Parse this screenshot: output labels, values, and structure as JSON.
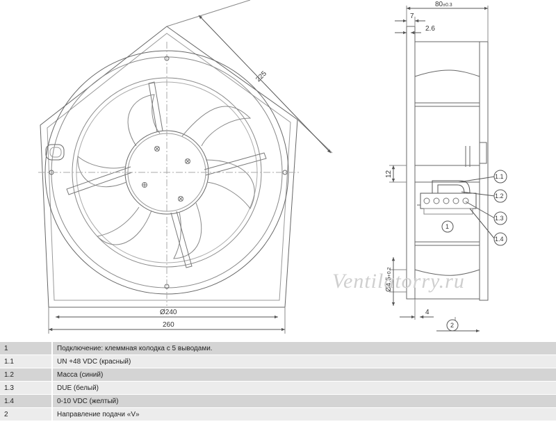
{
  "front_view": {
    "dim_225": "225",
    "dim_240": "Ø240",
    "dim_260": "260"
  },
  "side_view": {
    "dim_80": "80",
    "dim_80_tol": "±0.3",
    "dim_7": "7",
    "dim_2_6": "2.6",
    "dim_12": "12",
    "dim_4_5": "Ø4.5",
    "dim_4_5_tol": "+0.2",
    "dim_4": "4",
    "callouts": [
      "1.1",
      "1.2",
      "1.3",
      "1.4"
    ],
    "terminal_label": "1",
    "direction_label": "2"
  },
  "watermark": "Ventilatorry.ru",
  "legend": [
    {
      "num": "1",
      "text": "Подключение: клеммная колодка с 5 выводами."
    },
    {
      "num": "1.1",
      "text": "UN +48 VDC (красный)"
    },
    {
      "num": "1.2",
      "text": "Масса (синий)"
    },
    {
      "num": "1.3",
      "text": "DUE (белый)"
    },
    {
      "num": "1.4",
      "text": "0-10 VDC (желтый)"
    },
    {
      "num": "2",
      "text": "Направление подачи «V»"
    }
  ]
}
